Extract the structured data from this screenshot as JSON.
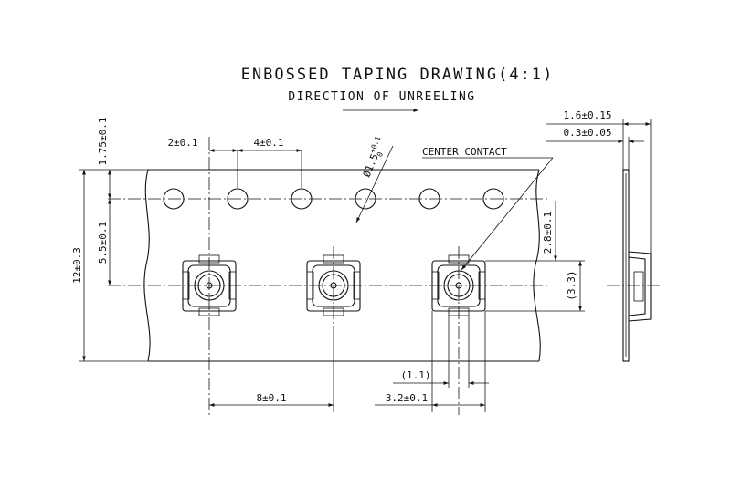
{
  "title": "ENBOSSED TAPING DRAWING(4:1)",
  "subtitle": "DIRECTION OF UNREELING",
  "labels": {
    "center_contact": "CENTER CONTACT",
    "hole_diameter": "Ø1.5",
    "hole_diameter_tol_plus": "+0.1",
    "hole_diameter_tol_minus": "0"
  },
  "dimensions": {
    "hole_to_pocket": "2±0.1",
    "hole_pitch": "4±0.1",
    "edge_to_hole": "1.75±0.1",
    "hole_to_pocket_center": "5.5±0.1",
    "tape_width": "12±0.3",
    "pocket_pitch": "8±0.1",
    "pocket_width": "3.2±0.1",
    "contact_width": "(1.1)",
    "pocket_depth_half": "2.8±0.1",
    "pocket_depth": "(3.3)",
    "total_thickness": "1.6±0.15",
    "tape_thickness": "0.3±0.05"
  }
}
